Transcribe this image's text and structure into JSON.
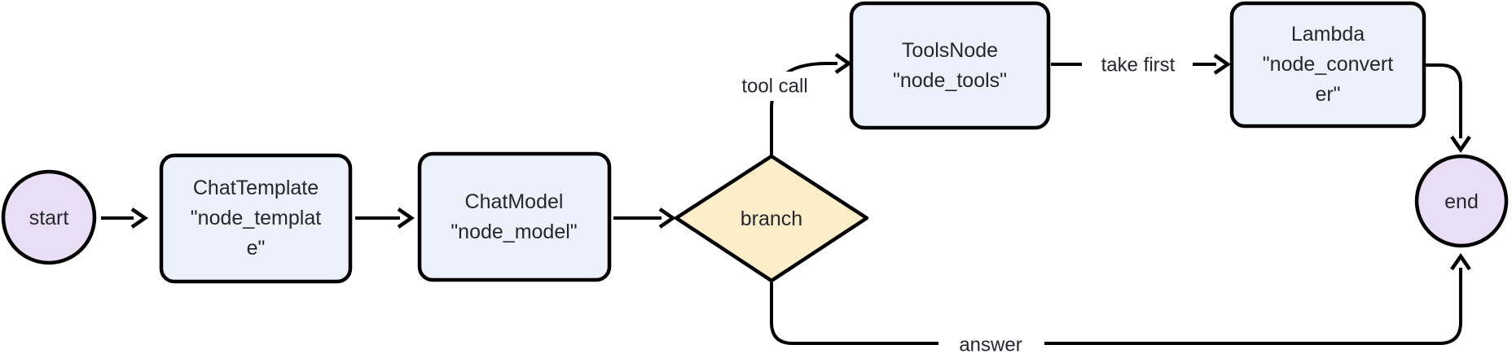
{
  "colors": {
    "background": "#ffffff",
    "line": "#000000",
    "text": "#26262e",
    "terminal_fill": "#e9def6",
    "task_fill": "#edf1fb",
    "branch_fill": "#fbeec9"
  },
  "nodes": {
    "start": {
      "label": "start",
      "fill": "#e9def6"
    },
    "chat_template": {
      "lines": [
        "ChatTemplate",
        "\"node_templat",
        "e\""
      ],
      "fill": "#edf1fb"
    },
    "chat_model": {
      "lines": [
        "ChatModel",
        "\"node_model\""
      ],
      "fill": "#edf1fb"
    },
    "branch": {
      "label": "branch",
      "fill": "#fbeec9"
    },
    "tools_node": {
      "lines": [
        "ToolsNode",
        "\"node_tools\""
      ],
      "fill": "#edf1fb"
    },
    "lambda": {
      "lines": [
        "Lambda",
        "\"node_convert",
        "er\""
      ],
      "fill": "#edf1fb"
    },
    "end": {
      "label": "end",
      "fill": "#e9def6"
    }
  },
  "edge_labels": {
    "branch_to_tools": "tool call",
    "tools_to_lambda": "take first",
    "branch_to_end": "answer"
  }
}
